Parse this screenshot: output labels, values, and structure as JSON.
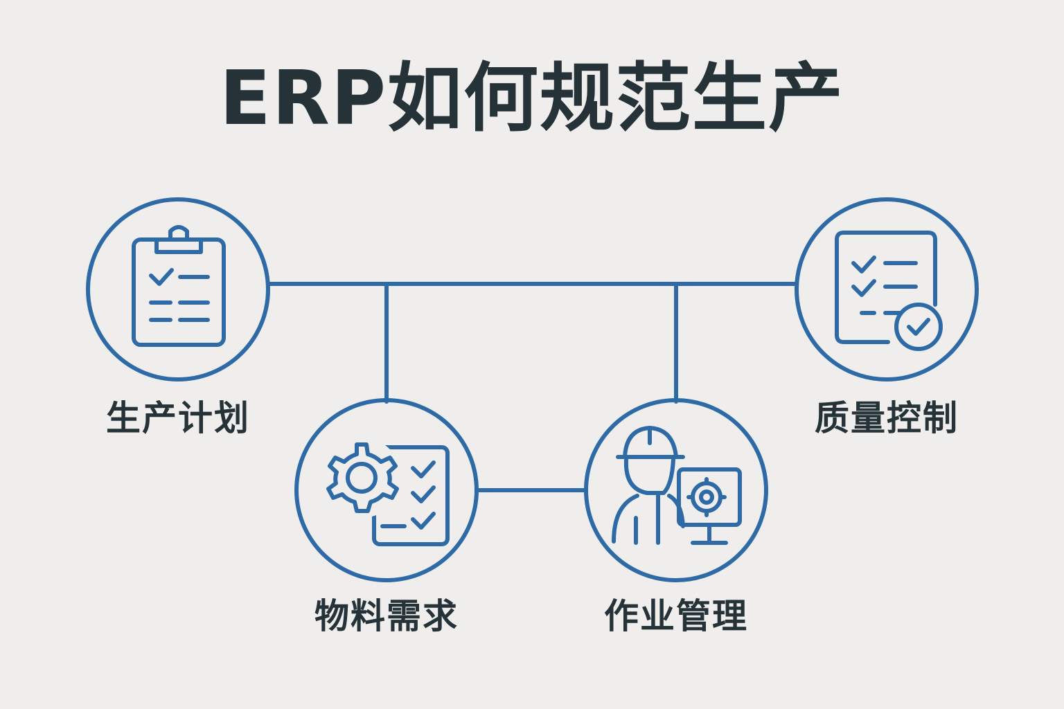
{
  "title": "ERP如何规范生产",
  "colors": {
    "background": "#efeeec",
    "accent": "#2e6aa6",
    "text": "#253238"
  },
  "nodes": [
    {
      "id": "production-plan",
      "label": "生产计划",
      "icon": "clipboard-checklist-icon"
    },
    {
      "id": "material-requirements",
      "label": "物料需求",
      "icon": "gear-checklist-icon"
    },
    {
      "id": "operations-management",
      "label": "作业管理",
      "icon": "worker-computer-icon"
    },
    {
      "id": "quality-control",
      "label": "质量控制",
      "icon": "document-check-icon"
    }
  ],
  "connections": [
    {
      "from": "production-plan",
      "to": "quality-control"
    },
    {
      "from": "production-plan",
      "to": "material-requirements"
    },
    {
      "from": "quality-control",
      "to": "operations-management"
    },
    {
      "from": "material-requirements",
      "to": "operations-management"
    }
  ]
}
